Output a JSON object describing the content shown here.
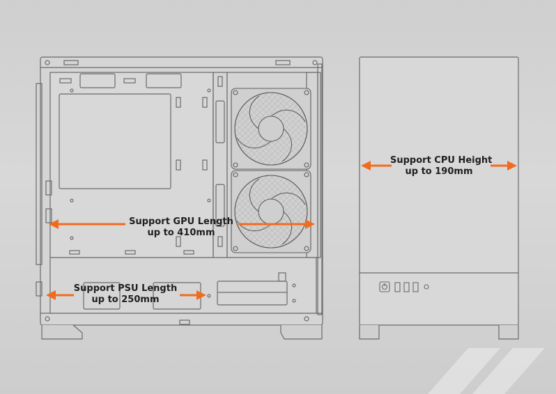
{
  "annotations": {
    "gpu": {
      "line1": "Support GPU Length",
      "line2": "up to 410mm"
    },
    "psu": {
      "line1": "Support PSU Length",
      "line2": "up to 250mm"
    },
    "cpu": {
      "line1": "Support CPU Height",
      "line2": "up to 190mm"
    }
  },
  "colors": {
    "arrow": "#f26b1d",
    "outline": "#6a6a6a",
    "case_fill": "#d6d6d6",
    "background": "#d3d3d3"
  }
}
